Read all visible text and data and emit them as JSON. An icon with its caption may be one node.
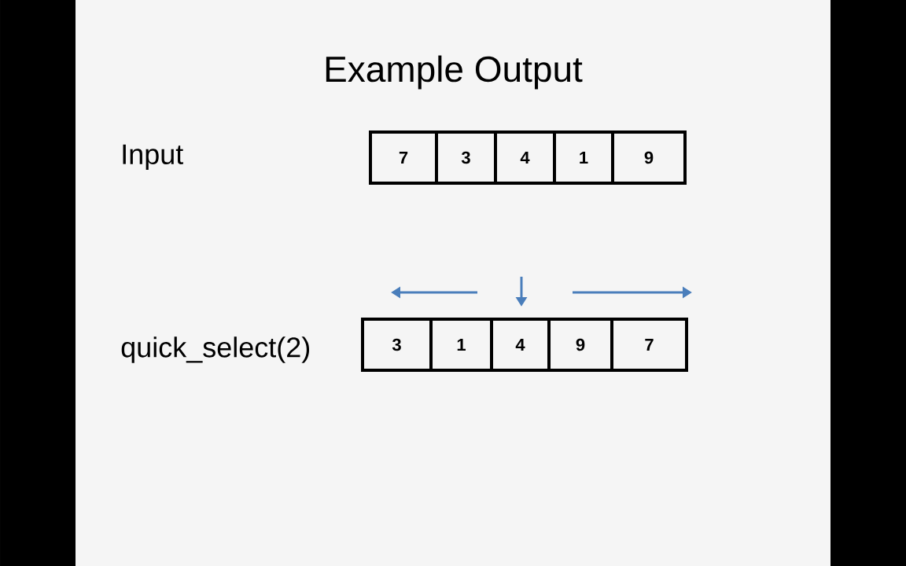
{
  "diagram": {
    "title": "Example Output",
    "nodes": [
      {
        "text": [
          "7"
        ]
      },
      {
        "text": [
          "3"
        ]
      },
      {
        "text": [
          "4"
        ]
      },
      {
        "text": [
          "1"
        ]
      },
      {
        "text": [
          "9"
        ]
      },
      {
        "text": [
          "3"
        ]
      },
      {
        "text": [
          "1"
        ]
      },
      {
        "text": [
          "4"
        ]
      },
      {
        "text": [
          "9"
        ]
      },
      {
        "text": [
          "7"
        ]
      }
    ],
    "labels": [
      "Input",
      "quick_select(2)"
    ]
  }
}
